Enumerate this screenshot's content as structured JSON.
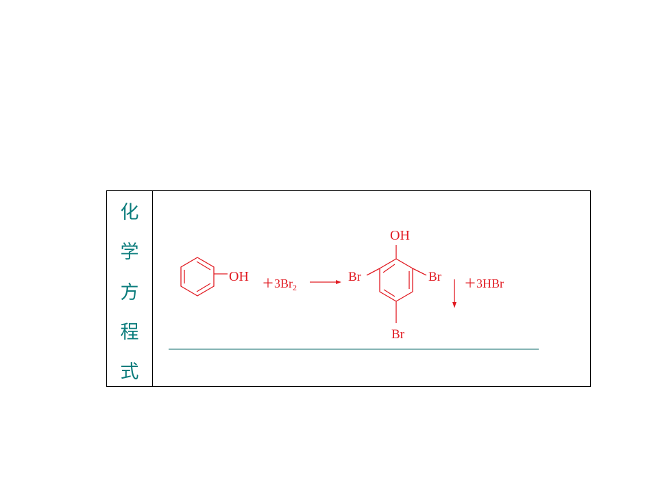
{
  "label": {
    "chars": [
      "化",
      "学",
      "方",
      "程",
      "式"
    ]
  },
  "equation": {
    "reactant_substituent": "OH",
    "reagent_prefix": "＋3Br",
    "reagent_subscript": "2",
    "product_top": "OH",
    "product_left": "Br",
    "product_right": "Br",
    "product_bottom": "Br",
    "byproduct": "＋3HBr"
  },
  "colors": {
    "equation": "#e11b22",
    "label": "#0a7c7c",
    "underline": "#0a6a6a",
    "border": "#000000"
  }
}
